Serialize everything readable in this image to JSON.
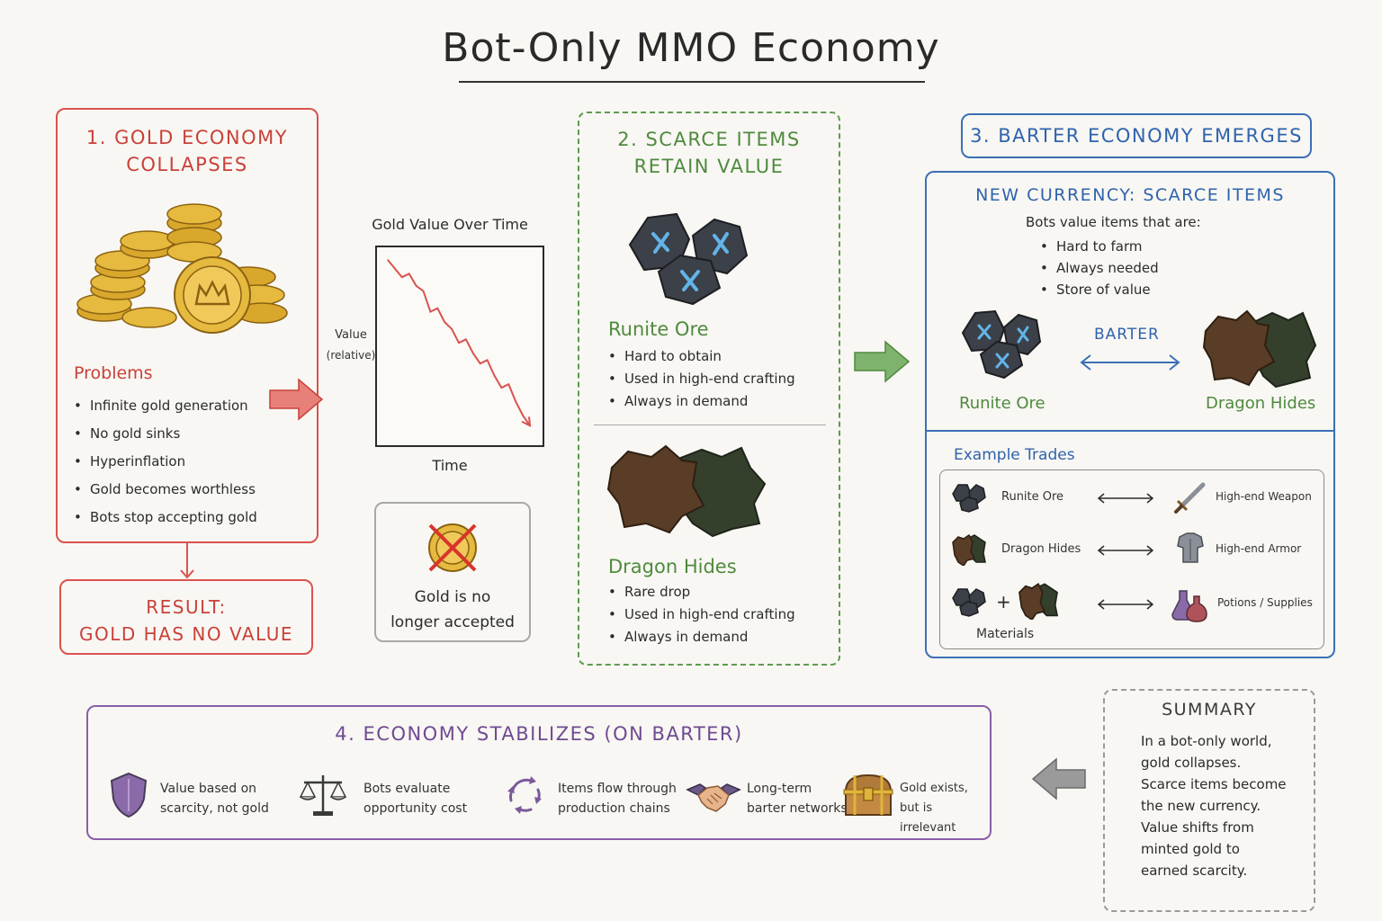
{
  "title": "Bot-Only MMO Economy",
  "section1": {
    "title_line1": "1. GOLD ECONOMY",
    "title_line2": "COLLAPSES",
    "problems_heading": "Problems",
    "problems": [
      "Infinite gold generation",
      "No gold sinks",
      "Hyperinflation",
      "Gold becomes worthless",
      "Bots stop accepting gold"
    ],
    "result_line1": "RESULT:",
    "result_line2": "GOLD HAS NO VALUE"
  },
  "chart": {
    "title": "Gold Value Over Time",
    "ylabel_line1": "Value",
    "ylabel_line2": "(relative)",
    "xlabel": "Time"
  },
  "chart_data": {
    "type": "line",
    "title": "Gold Value Over Time",
    "xlabel": "Time",
    "ylabel": "Value (relative)",
    "x": [
      0,
      1,
      2,
      3,
      4,
      5,
      6,
      7,
      8,
      9,
      10,
      11,
      12,
      13,
      14,
      15,
      16,
      17,
      18,
      19,
      20
    ],
    "values": [
      100,
      95,
      90,
      92,
      85,
      82,
      70,
      72,
      64,
      60,
      52,
      54,
      46,
      40,
      42,
      33,
      26,
      28,
      18,
      10,
      4
    ],
    "grid": false
  },
  "gold_note": {
    "line1": "Gold is no",
    "line2": "longer accepted"
  },
  "section2": {
    "title_line1": "2. SCARCE ITEMS",
    "title_line2": "RETAIN VALUE",
    "item1_name": "Runite Ore",
    "item1_points": [
      "Hard to obtain",
      "Used in high-end crafting",
      "Always in demand"
    ],
    "item2_name": "Dragon Hides",
    "item2_points": [
      "Rare drop",
      "Used in high-end crafting",
      "Always in demand"
    ]
  },
  "section3": {
    "title": "3. BARTER ECONOMY EMERGES",
    "currency_title": "NEW CURRENCY: SCARCE ITEMS",
    "intro": "Bots value items that are:",
    "points": [
      "Hard to farm",
      "Always needed",
      "Store of value"
    ],
    "barter_label": "BARTER",
    "left_item": "Runite Ore",
    "right_item": "Dragon Hides",
    "trades_heading": "Example Trades",
    "trades": [
      {
        "give": "Runite Ore",
        "get": "High-end Weapon"
      },
      {
        "give": "Dragon Hides",
        "get": "High-end Armor"
      },
      {
        "give": "Materials",
        "get": "Potions / Supplies"
      }
    ],
    "plus": "+"
  },
  "section4": {
    "title": "4. ECONOMY STABILIZES (ON BARTER)",
    "items": [
      {
        "line1": "Value based on",
        "line2": "scarcity, not gold",
        "icon": "shield-icon"
      },
      {
        "line1": "Bots evaluate",
        "line2": "opportunity cost",
        "icon": "scales-icon"
      },
      {
        "line1": "Items flow through",
        "line2": "production chains",
        "icon": "cycle-arrows-icon"
      },
      {
        "line1": "Long-term",
        "line2": "barter networks",
        "icon": "handshake-icon"
      },
      {
        "line1": "Gold exists,",
        "line2": "but is irrelevant",
        "icon": "treasure-chest-icon"
      }
    ]
  },
  "summary": {
    "title": "SUMMARY",
    "lines": [
      "In a bot-only world,",
      "gold collapses.",
      "Scarce items become",
      "the new currency.",
      "Value shifts from",
      "minted gold to",
      "earned scarcity."
    ]
  },
  "colors": {
    "red": "#d9534f",
    "green": "#5e9a4f",
    "blue": "#3b6fb6",
    "purple": "#8a5ea8",
    "gold": "#e0b43a"
  }
}
